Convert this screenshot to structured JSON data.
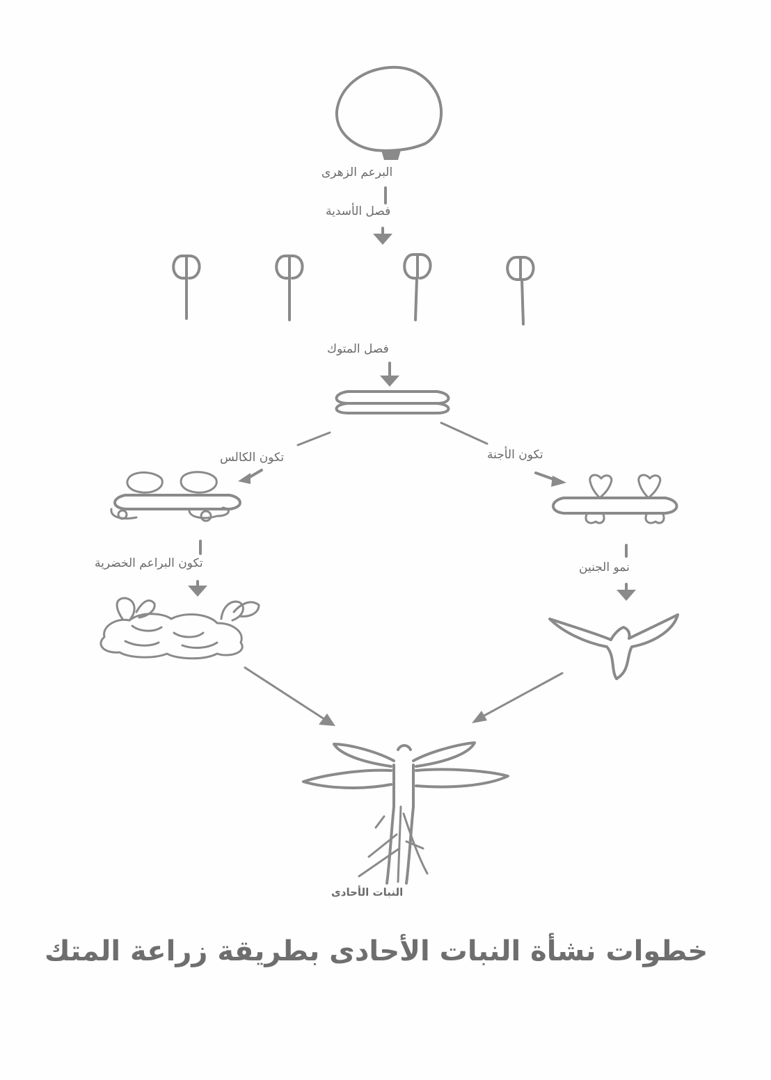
{
  "diagram": {
    "title": "خطوات نشأة النبات الأحادى بطريقة زراعة المتك",
    "labels": {
      "flower_bud": "البرعم الزهرى",
      "stamen_separation": "فصل الأسدية",
      "anther_separation": "فصل المتوك",
      "callus_formation": "تكون الكالس",
      "embryo_formation": "تكون الأجنة",
      "shoot_bud_formation": "تكون البراعم الخضرية",
      "embryo_growth": "نمو الجنين",
      "haploid_plant": "النبات الأحادى"
    },
    "line_color": "#8a8a8a"
  }
}
